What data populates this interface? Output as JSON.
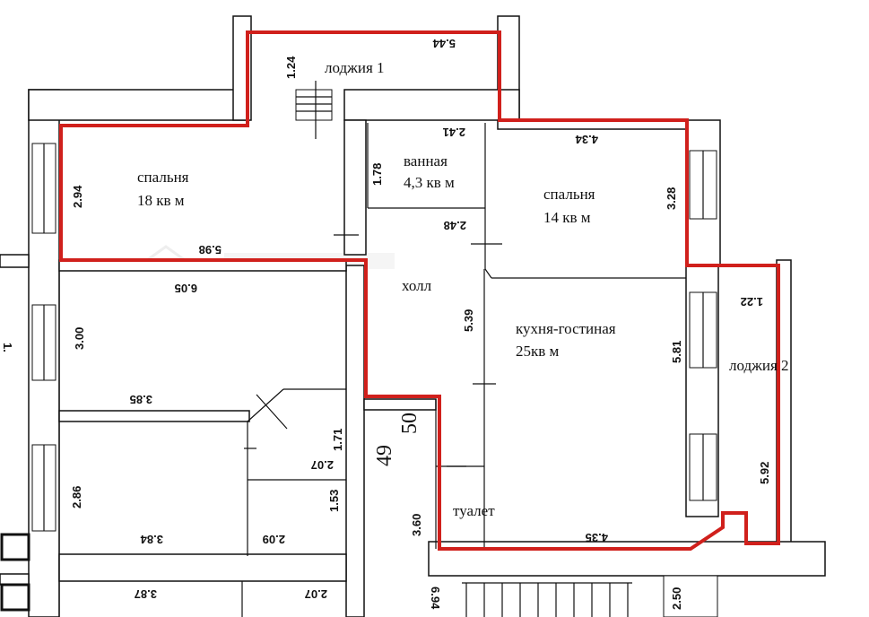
{
  "colors": {
    "outline": "#d0201c",
    "walls": "#111111",
    "background": "#ffffff",
    "watermark": "#d9d9d9"
  },
  "rooms": {
    "loggia1": "лоджия 1",
    "bedroom_big": "спальня",
    "bedroom_big_area": "18 кв м",
    "bathroom": "ванная",
    "bathroom_area": "4,3 кв м",
    "bedroom_small": "спальня",
    "bedroom_small_area": "14 кв м",
    "hall": "холл",
    "kitchen": "кухня-гостиная",
    "kitchen_area": "25кв м",
    "loggia2": "лоджия 2",
    "toilet": "туалет"
  },
  "apartment_numbers": {
    "left": "49",
    "right": "50"
  },
  "dimensions": {
    "d544": "5.44",
    "d124": "1.24",
    "d241": "2.41",
    "d434": "4.34",
    "d294": "2.94",
    "d178": "1.78",
    "d328": "3.28",
    "d598": "5.98",
    "d248": "2.48",
    "d122": "1.22",
    "d605": "6.05",
    "d539": "5.39",
    "d300": "3.00",
    "d581": "5.81",
    "d385": "3.85",
    "d171": "1.71",
    "d207a": "2.07",
    "d286": "2.86",
    "d153": "1.53",
    "d592": "5.92",
    "d360": "3.60",
    "d384": "3.84",
    "d209": "2.09",
    "d435": "4.35",
    "d387": "3.87",
    "d207b": "2.07",
    "d694": "6.94",
    "d250": "2.50",
    "d1edge": "1."
  }
}
